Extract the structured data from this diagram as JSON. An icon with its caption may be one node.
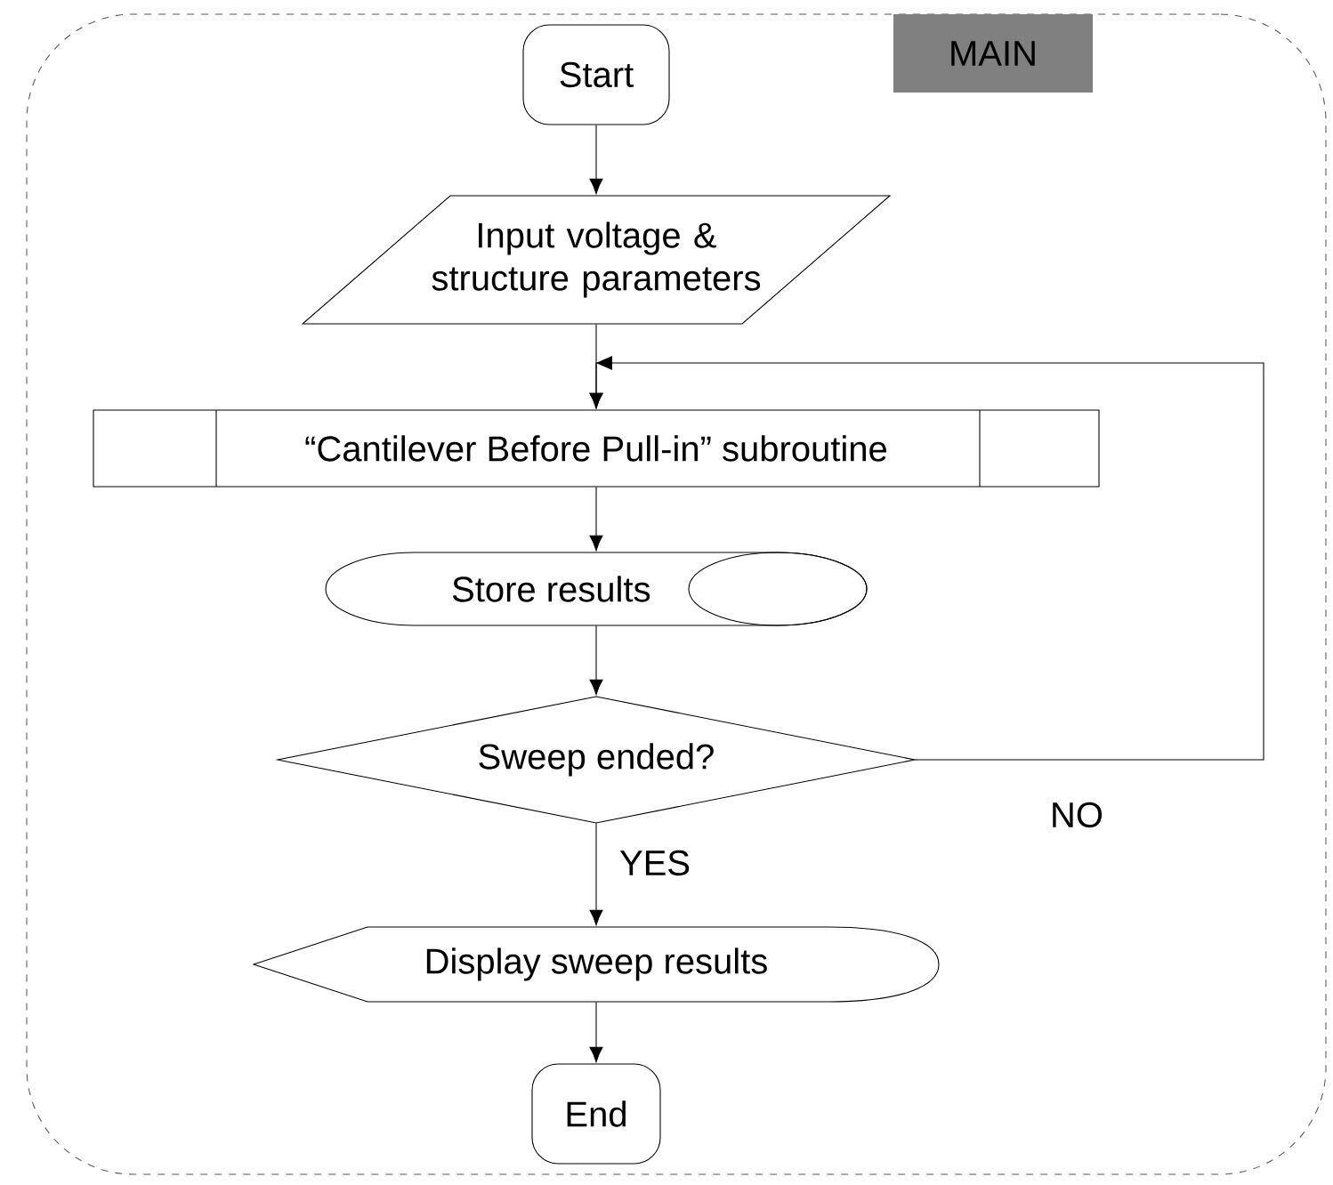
{
  "diagram": {
    "nodes": [
      {
        "text": [
          "MAIN"
        ]
      },
      {
        "text": [
          "Start"
        ],
        "in": 0
      },
      {
        "text": [
          "Input voltage & structure parameters"
        ],
        "in": 0
      },
      {
        "text": [
          "“Cantilever Before Pull-in” subroutine"
        ],
        "in": 0
      },
      {
        "text": [
          "Store results"
        ],
        "in": 0
      },
      {
        "text": [
          "Sweep ended?"
        ],
        "in": 0
      },
      {
        "text": [
          "Display sweep results"
        ],
        "in": 0
      },
      {
        "text": [
          "End"
        ],
        "in": 0
      }
    ],
    "edges": [
      {
        "from": 1,
        "to": 2,
        "arrow": "to"
      },
      {
        "from": 2,
        "to": 3,
        "arrow": "to"
      },
      {
        "from": 3,
        "to": 4,
        "arrow": "to"
      },
      {
        "from": 4,
        "to": 5,
        "arrow": "to"
      },
      {
        "from": 5,
        "to": 6,
        "arrow": "to",
        "label": "YES"
      },
      {
        "from": 5,
        "to": 3,
        "arrow": "to",
        "label": "NO"
      },
      {
        "from": 6,
        "to": 7,
        "arrow": "to"
      }
    ]
  }
}
